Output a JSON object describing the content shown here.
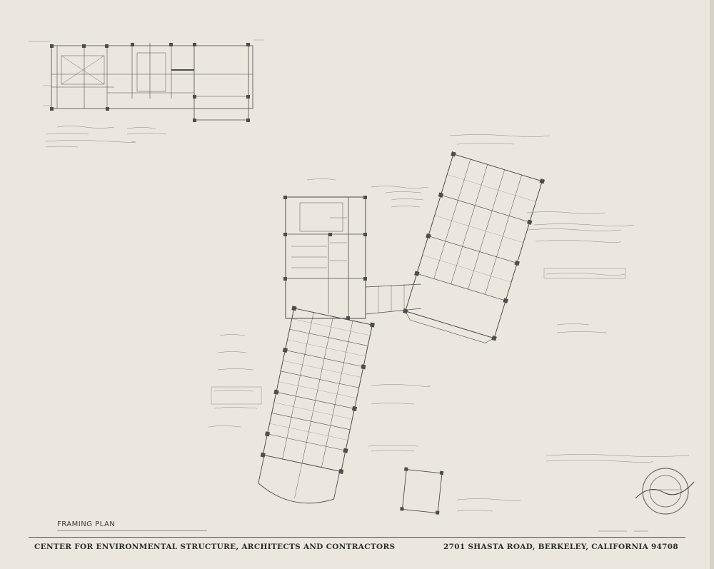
{
  "sheet": {
    "drawing_title": "FRAMING PLAN",
    "firm_name": "CENTER FOR ENVIRONMENTAL STRUCTURE, ARCHITECTS AND CONTRACTORS",
    "address": "2701 SHASTA ROAD, BERKELEY, CALIFORNIA 94708"
  },
  "colors": {
    "paper": "#ece7de",
    "ink": "#4a4a4a",
    "stamp": "#6b6b6b"
  },
  "icons": {
    "stamp": "architect-seal-icon"
  }
}
